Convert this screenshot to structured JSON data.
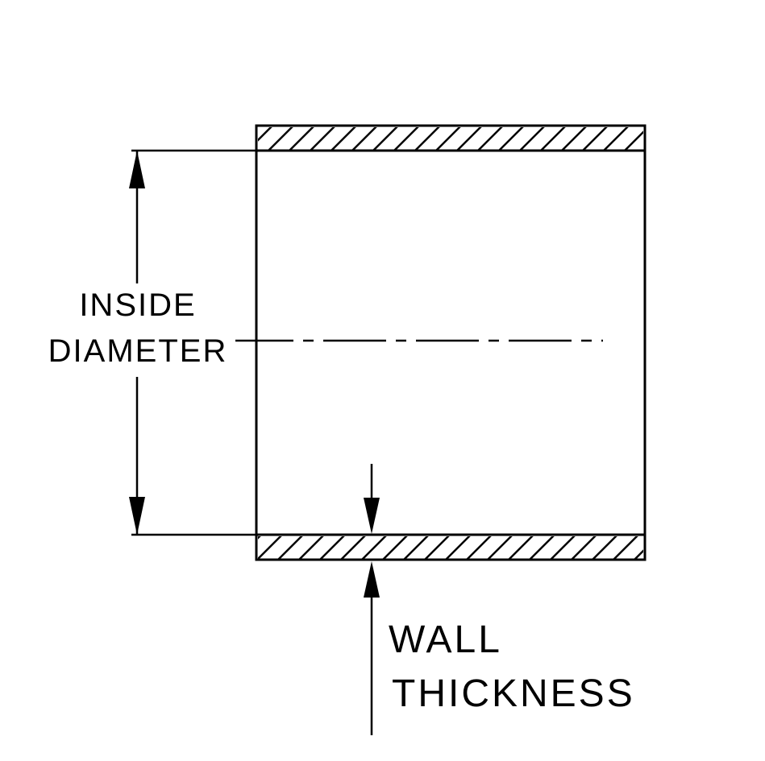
{
  "diagram": {
    "description": "Cross-section drawing of a hose/tube showing inside diameter and wall thickness",
    "labels": {
      "inside_diameter_line1": "INSIDE",
      "inside_diameter_line2": "DIAMETER",
      "wall_thickness_line1": "WALL",
      "wall_thickness_line2": "THICKNESS"
    },
    "colors": {
      "line": "#000000",
      "background": "#ffffff"
    }
  }
}
